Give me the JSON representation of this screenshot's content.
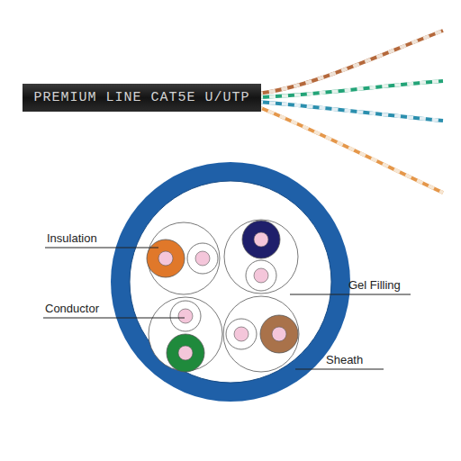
{
  "diagram": {
    "nodes": [
      {
        "text": [
          "PREMIUM LINE CAT5E U/UTP"
        ]
      }
    ],
    "labels": [
      "Insulation",
      "Conductor",
      "Gel Filling",
      "Sheath"
    ]
  }
}
